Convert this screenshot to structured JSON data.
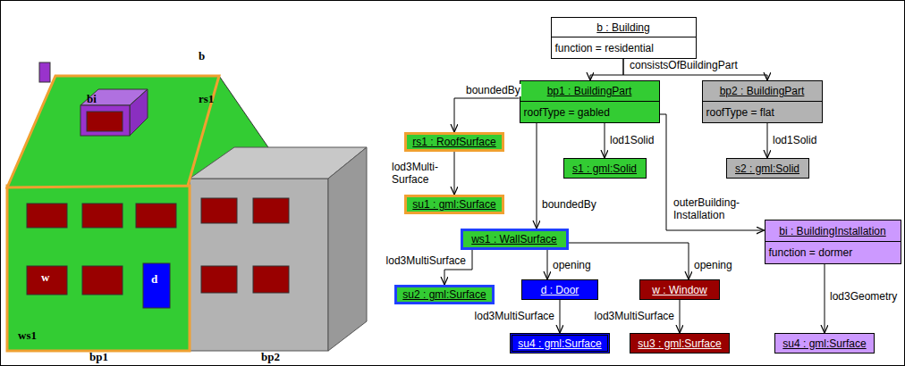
{
  "diagram": {
    "nodes": [
      {
        "text": [
          "b : Building",
          "function = residential"
        ]
      },
      {
        "text": [
          "bp1 : BuildingPart",
          "roofType = gabled"
        ]
      },
      {
        "text": [
          "bp2 : BuildingPart",
          "roofType = flat"
        ]
      },
      {
        "text": [
          "rs1 : RoofSurface"
        ]
      },
      {
        "text": [
          "s1 : gml:Solid"
        ]
      },
      {
        "text": [
          "s2 : gml:Solid"
        ]
      },
      {
        "text": [
          "su1 : gml:Surface"
        ]
      },
      {
        "text": [
          "ws1 : WallSurface"
        ]
      },
      {
        "text": [
          "bi : BuildingInstallation",
          "function = dormer"
        ]
      },
      {
        "text": [
          "su2 : gml:Surface"
        ]
      },
      {
        "text": [
          "d : Door"
        ]
      },
      {
        "text": [
          "w : Window"
        ]
      },
      {
        "text": [
          "su4 : gml:Surface"
        ]
      },
      {
        "text": [
          "su3 : gml:Surface"
        ]
      },
      {
        "text": [
          "su4 : gml:Surface"
        ]
      }
    ],
    "edges": [
      {
        "from": 0,
        "to": 1,
        "arrow": "to",
        "label": "consistsOfBuildingPart"
      },
      {
        "from": 0,
        "to": 2,
        "arrow": "to"
      },
      {
        "from": 1,
        "to": 3,
        "arrow": "to",
        "label": "boundedBy"
      },
      {
        "from": 3,
        "to": 6,
        "arrow": "to",
        "label": "lod3Multi- Surface"
      },
      {
        "from": 1,
        "to": 4,
        "arrow": "to",
        "label": "lod1Solid"
      },
      {
        "from": 2,
        "to": 5,
        "arrow": "to",
        "label": "lod1Solid"
      },
      {
        "from": 1,
        "to": 7,
        "arrow": "to",
        "label": "boundedBy"
      },
      {
        "from": 1,
        "to": 8,
        "arrow": "to",
        "label": "outerBuilding- Installation"
      },
      {
        "from": 7,
        "to": 9,
        "arrow": "to",
        "label": "lod3MultiSurface"
      },
      {
        "from": 7,
        "to": 10,
        "arrow": "to",
        "label": "opening"
      },
      {
        "from": 7,
        "to": 11,
        "arrow": "to",
        "label": "opening"
      },
      {
        "from": 10,
        "to": 12,
        "arrow": "to",
        "label": "lod3MultiSurface"
      },
      {
        "from": 11,
        "to": 13,
        "arrow": "to",
        "label": "lod3MultiSurface"
      },
      {
        "from": 8,
        "to": 14,
        "arrow": "to",
        "label": "lod3Geometry"
      }
    ],
    "labels": [
      "b",
      "bi",
      "rs1",
      "w",
      "d",
      "ws1",
      "bp1",
      "bp2"
    ]
  }
}
